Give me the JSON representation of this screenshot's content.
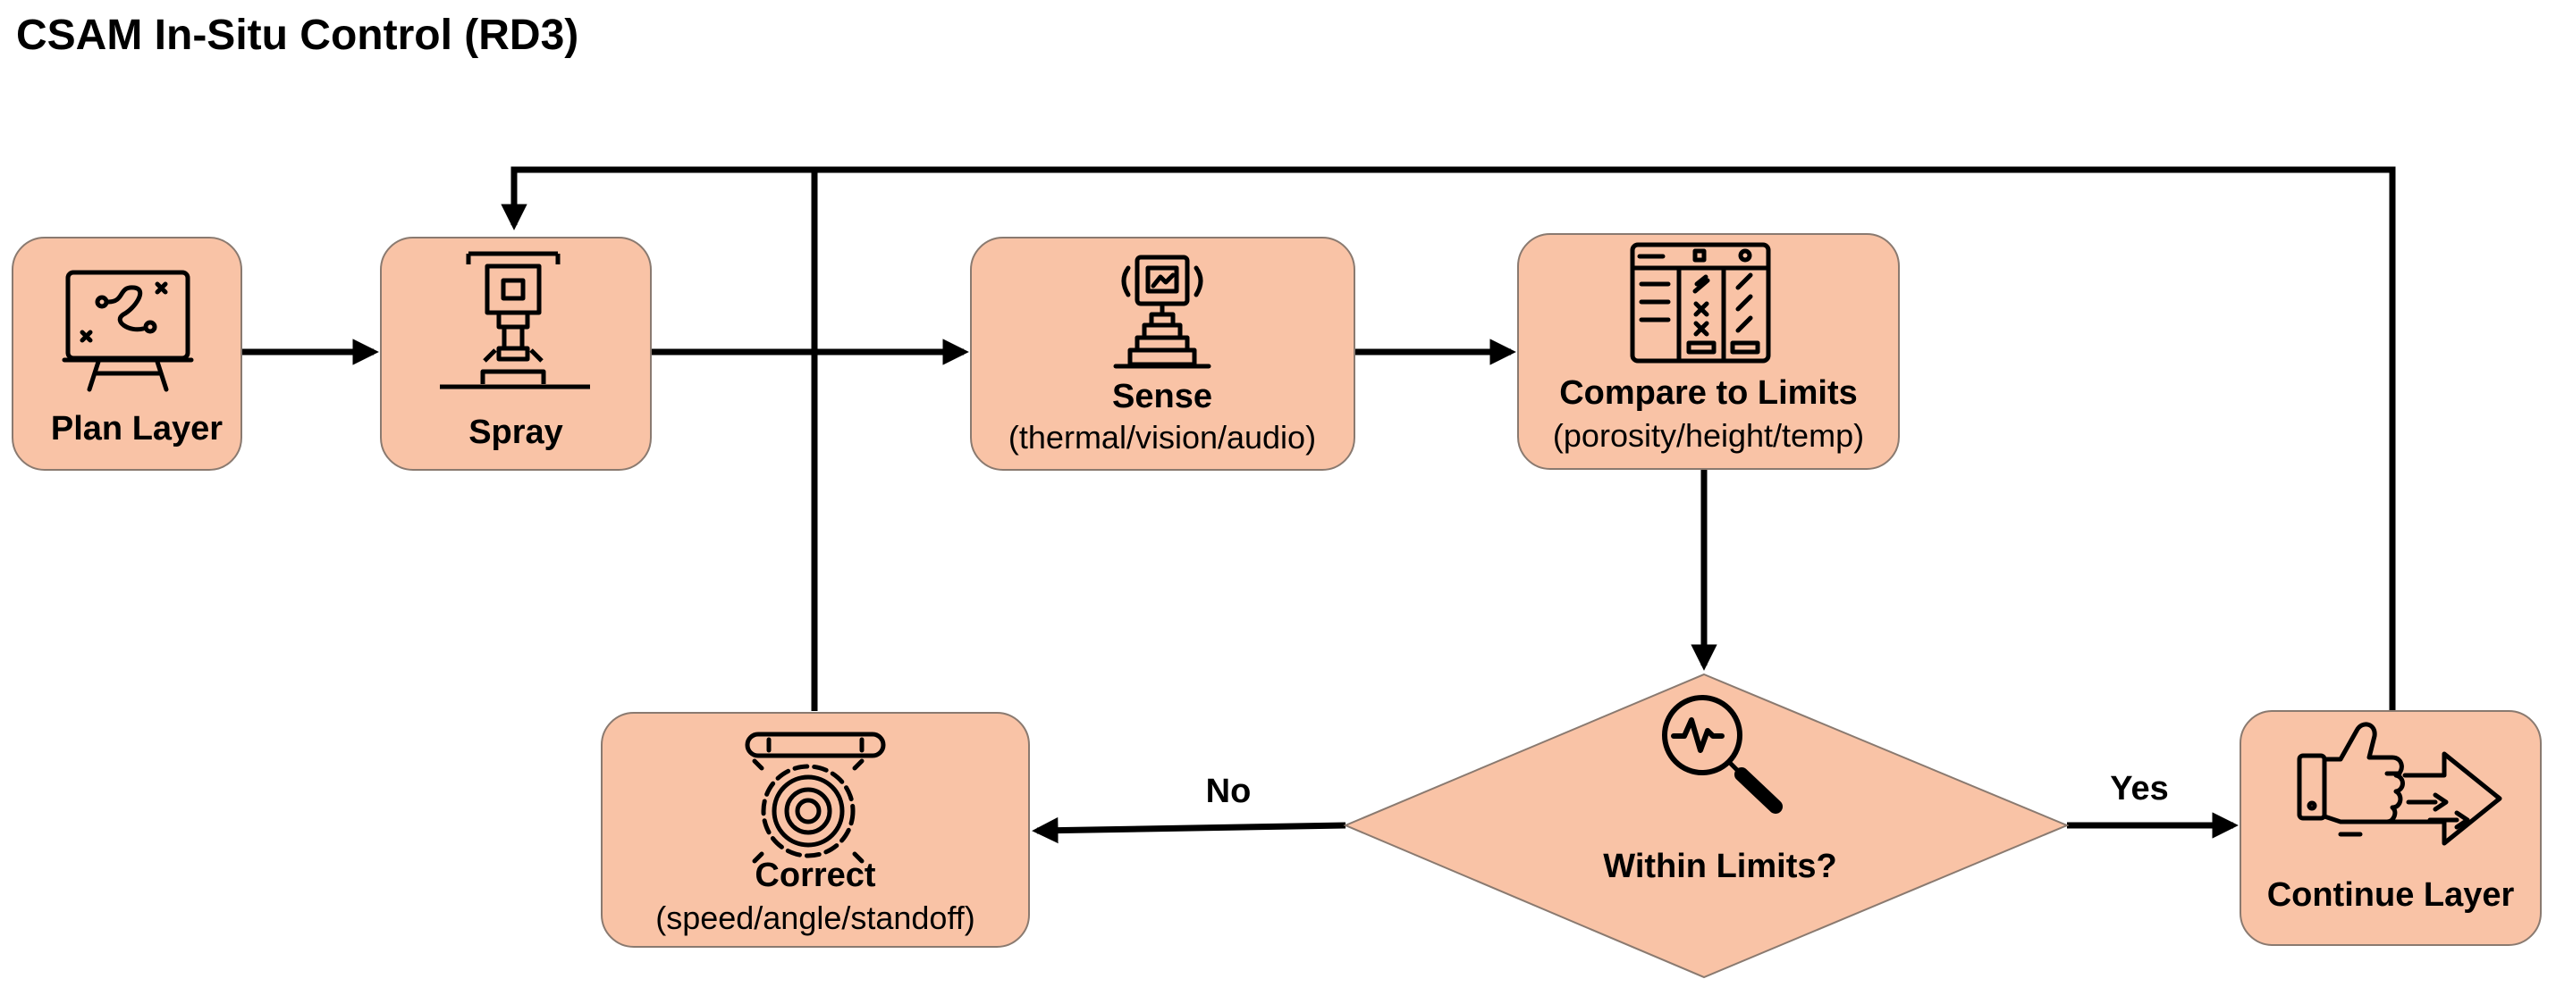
{
  "title": "CSAM In-Situ Control (RD3)",
  "colors": {
    "node_fill": "#F9C3A6",
    "node_stroke": "#8a7a70",
    "line": "#000000"
  },
  "nodes": {
    "plan": {
      "title": "Plan Layer",
      "icon": "strategy-board-icon"
    },
    "spray": {
      "title": "Spray",
      "icon": "spray-nozzle-icon"
    },
    "sense": {
      "title": "Sense",
      "subtitle": "(thermal/vision/audio)",
      "icon": "sensor-icon"
    },
    "compare": {
      "title": "Compare to Limits",
      "subtitle": "(porosity/height/temp)",
      "icon": "checklist-table-icon"
    },
    "decision": {
      "title": "Within Limits?",
      "icon": "magnifier-waveform-icon"
    },
    "correct": {
      "title": "Correct",
      "subtitle": "(speed/angle/standoff)",
      "icon": "wrench-gear-icon"
    },
    "continue": {
      "title": "Continue Layer",
      "icon": "thumbs-up-arrow-icon"
    }
  },
  "edges": {
    "no_label": "No",
    "yes_label": "Yes"
  }
}
